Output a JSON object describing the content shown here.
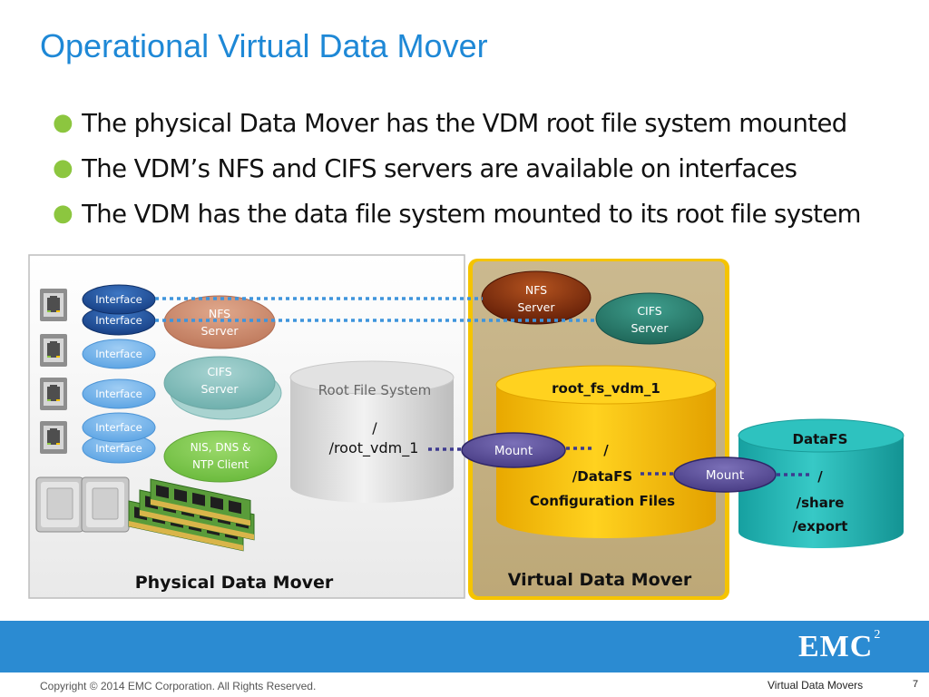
{
  "slide": {
    "title": "Operational Virtual Data Mover",
    "bullets": [
      "The physical Data Mover has the VDM root file system mounted",
      "The VDM’s NFS and CIFS servers are available on interfaces",
      "The VDM has the data file system mounted to its root file system"
    ]
  },
  "diagram": {
    "physical": {
      "label": "Physical Data Mover",
      "interfaces": [
        "Interface",
        "Interface",
        "Interface",
        "Interface",
        "Interface",
        "Interface"
      ],
      "nfs_server": [
        "NFS",
        "Server"
      ],
      "cifs_server": [
        "CIFS",
        "Server"
      ],
      "nis_client": [
        "NIS, DNS &",
        "NTP Client"
      ]
    },
    "root_fs": {
      "title": "Root File System",
      "slash": "/",
      "path": "/root_vdm_1"
    },
    "vdm": {
      "label": "Virtual Data Mover",
      "nfs_server": [
        "NFS",
        "Server"
      ],
      "cifs_server": [
        "CIFS",
        "Server"
      ],
      "fs_name": "root_fs_vdm_1",
      "slash": "/",
      "datafs_path": "/DataFS",
      "config_files": "Configuration Files"
    },
    "datafs": {
      "title": "DataFS",
      "slash": "/",
      "share": "/share",
      "export": "/export"
    },
    "mount_label": "Mount"
  },
  "footer": {
    "logo": "EMC",
    "logo_sup": "2",
    "copyright": "Copyright © 2014 EMC Corporation. All Rights Reserved.",
    "deck_title": "Virtual Data Movers",
    "page_number": "7"
  },
  "colors": {
    "title": "#1e88d6",
    "bullet": "#8cc63f",
    "footer_band": "#2b8bd2",
    "interface": "#1c4f9c",
    "vdm_gold": "#f5c400",
    "datafs_teal": "#21b0b0",
    "nfs_server_brown": "#8a2e10",
    "cifs_server_teal": "#2a8272",
    "mount_purple": "#5a4e9a",
    "dotted_link": "#3e94dc"
  }
}
